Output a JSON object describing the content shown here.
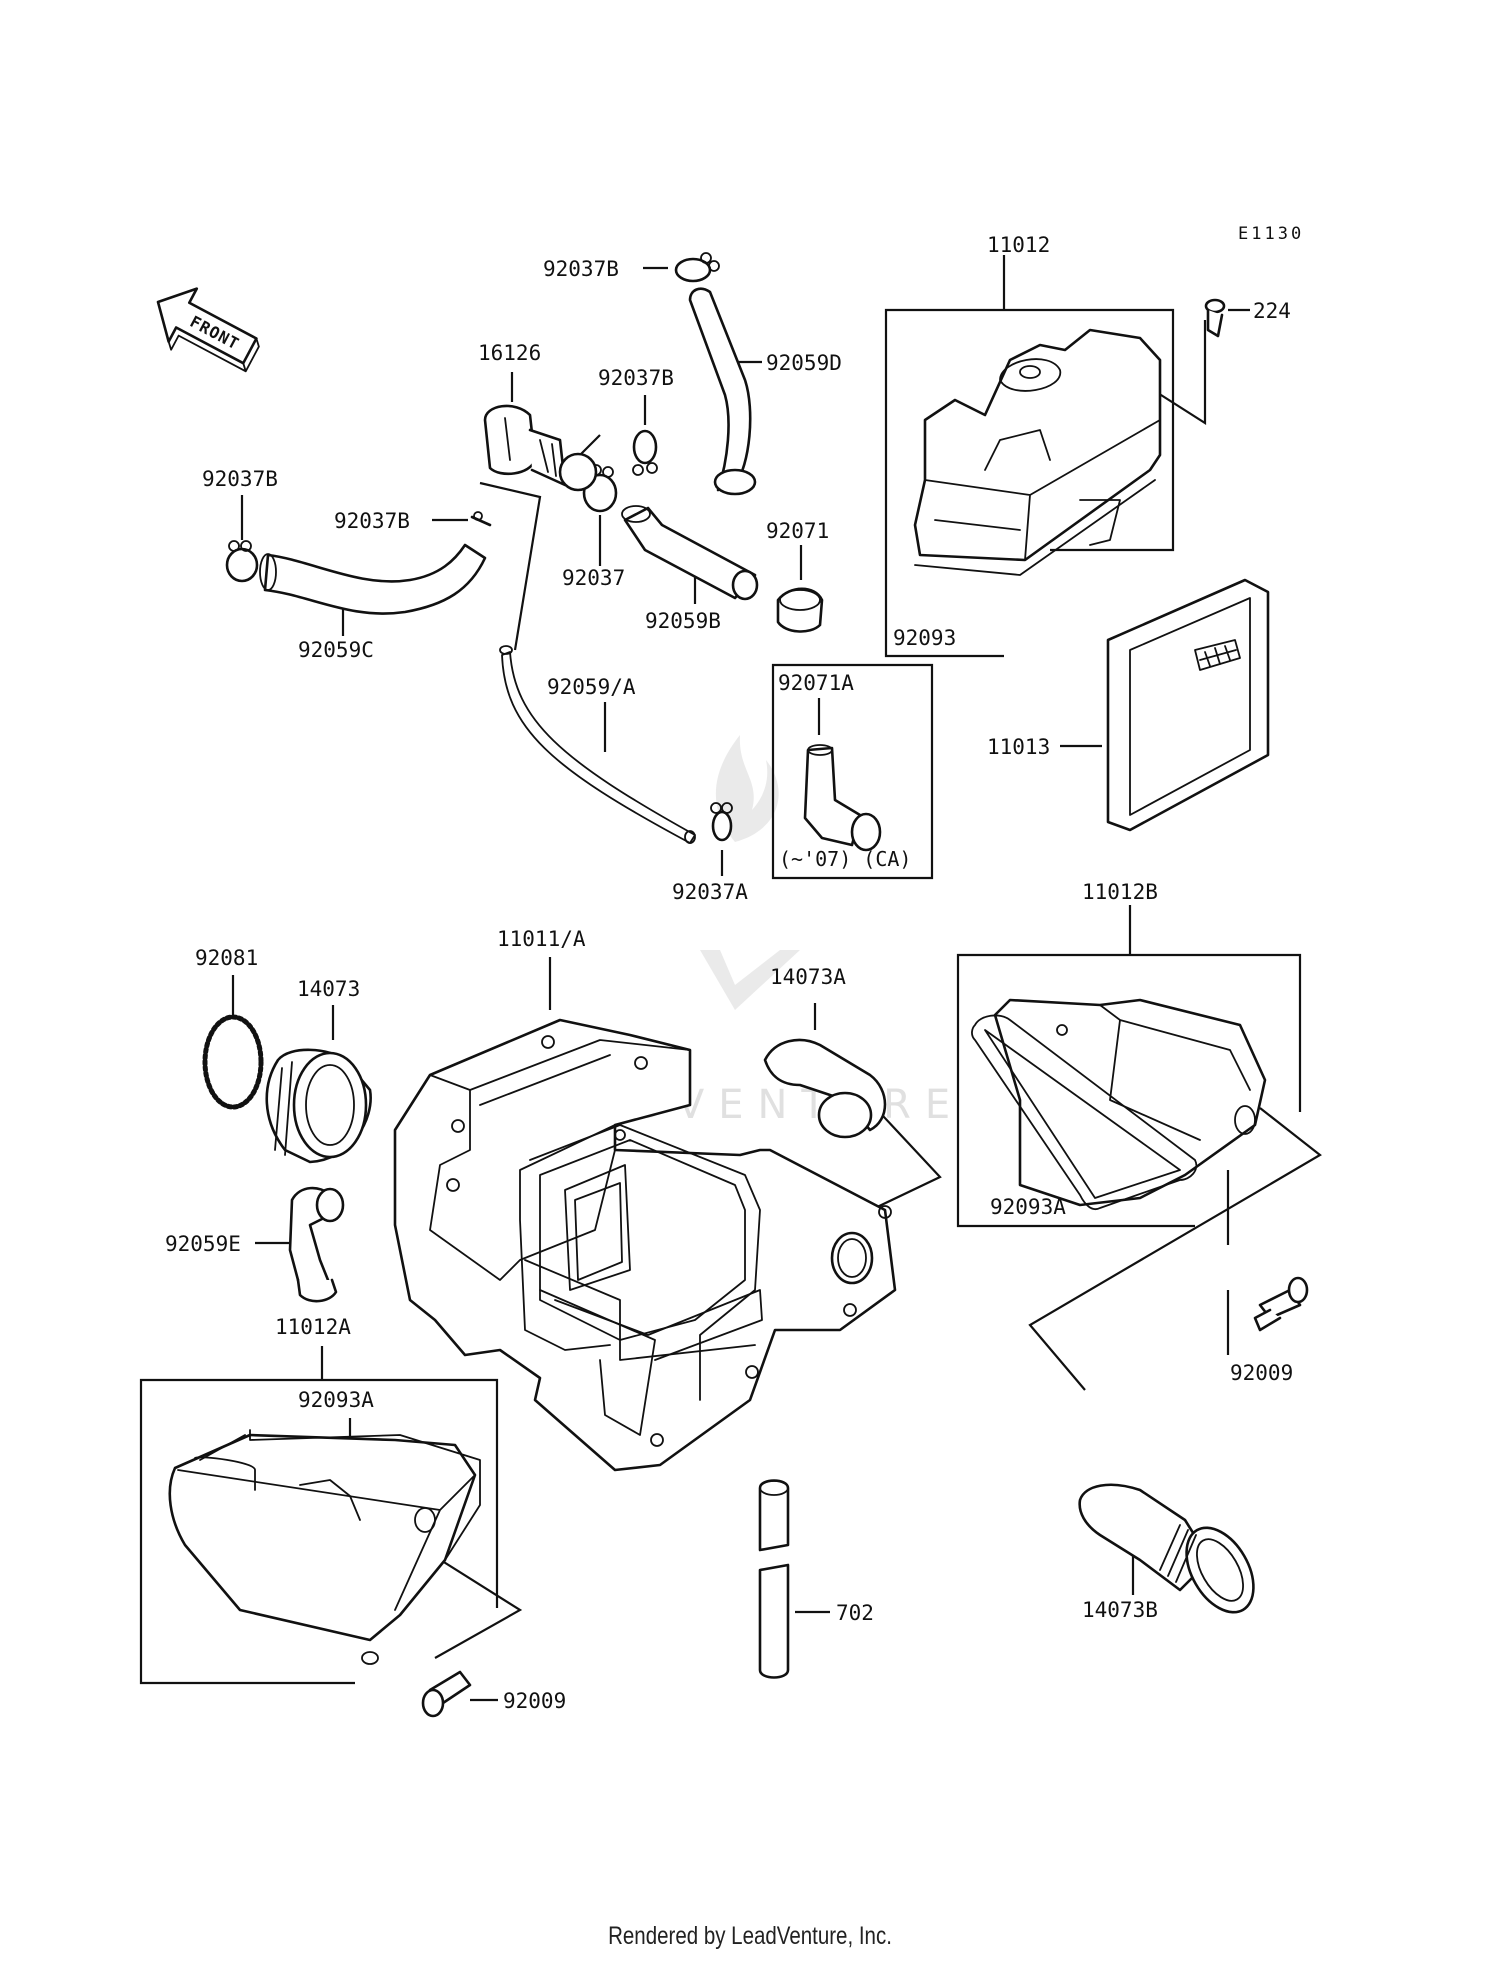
{
  "diagram_code": "E1130",
  "front_label": "FRONT",
  "labels": {
    "p11012": "11012",
    "p224": "224",
    "p92037B_top": "92037B",
    "p92059D": "92059D",
    "p16126": "16126",
    "p92037B_mid": "92037B",
    "p92037B_left": "92037B",
    "p92037B_hose": "92037B",
    "p92037": "92037",
    "p92071": "92071",
    "p92059B": "92059B",
    "p92059C": "92059C",
    "p92093": "92093",
    "p92059A": "92059/A",
    "p92071A": "92071A",
    "p92071A_note": "(~'07) (CA)",
    "p11013": "11013",
    "p92037A": "92037A",
    "p11012B": "11012B",
    "p92081": "92081",
    "p14073": "14073",
    "p11011A": "11011/A",
    "p14073A": "14073A",
    "p92093A_right": "92093A",
    "p92059E": "92059E",
    "p92009_right": "92009",
    "p11012A": "11012A",
    "p92093A_left": "92093A",
    "p14073B": "14073B",
    "p702": "702",
    "p92009_bottom": "92009"
  },
  "watermark": "LEADVENTURE",
  "footer": "Rendered by LeadVenture, Inc."
}
